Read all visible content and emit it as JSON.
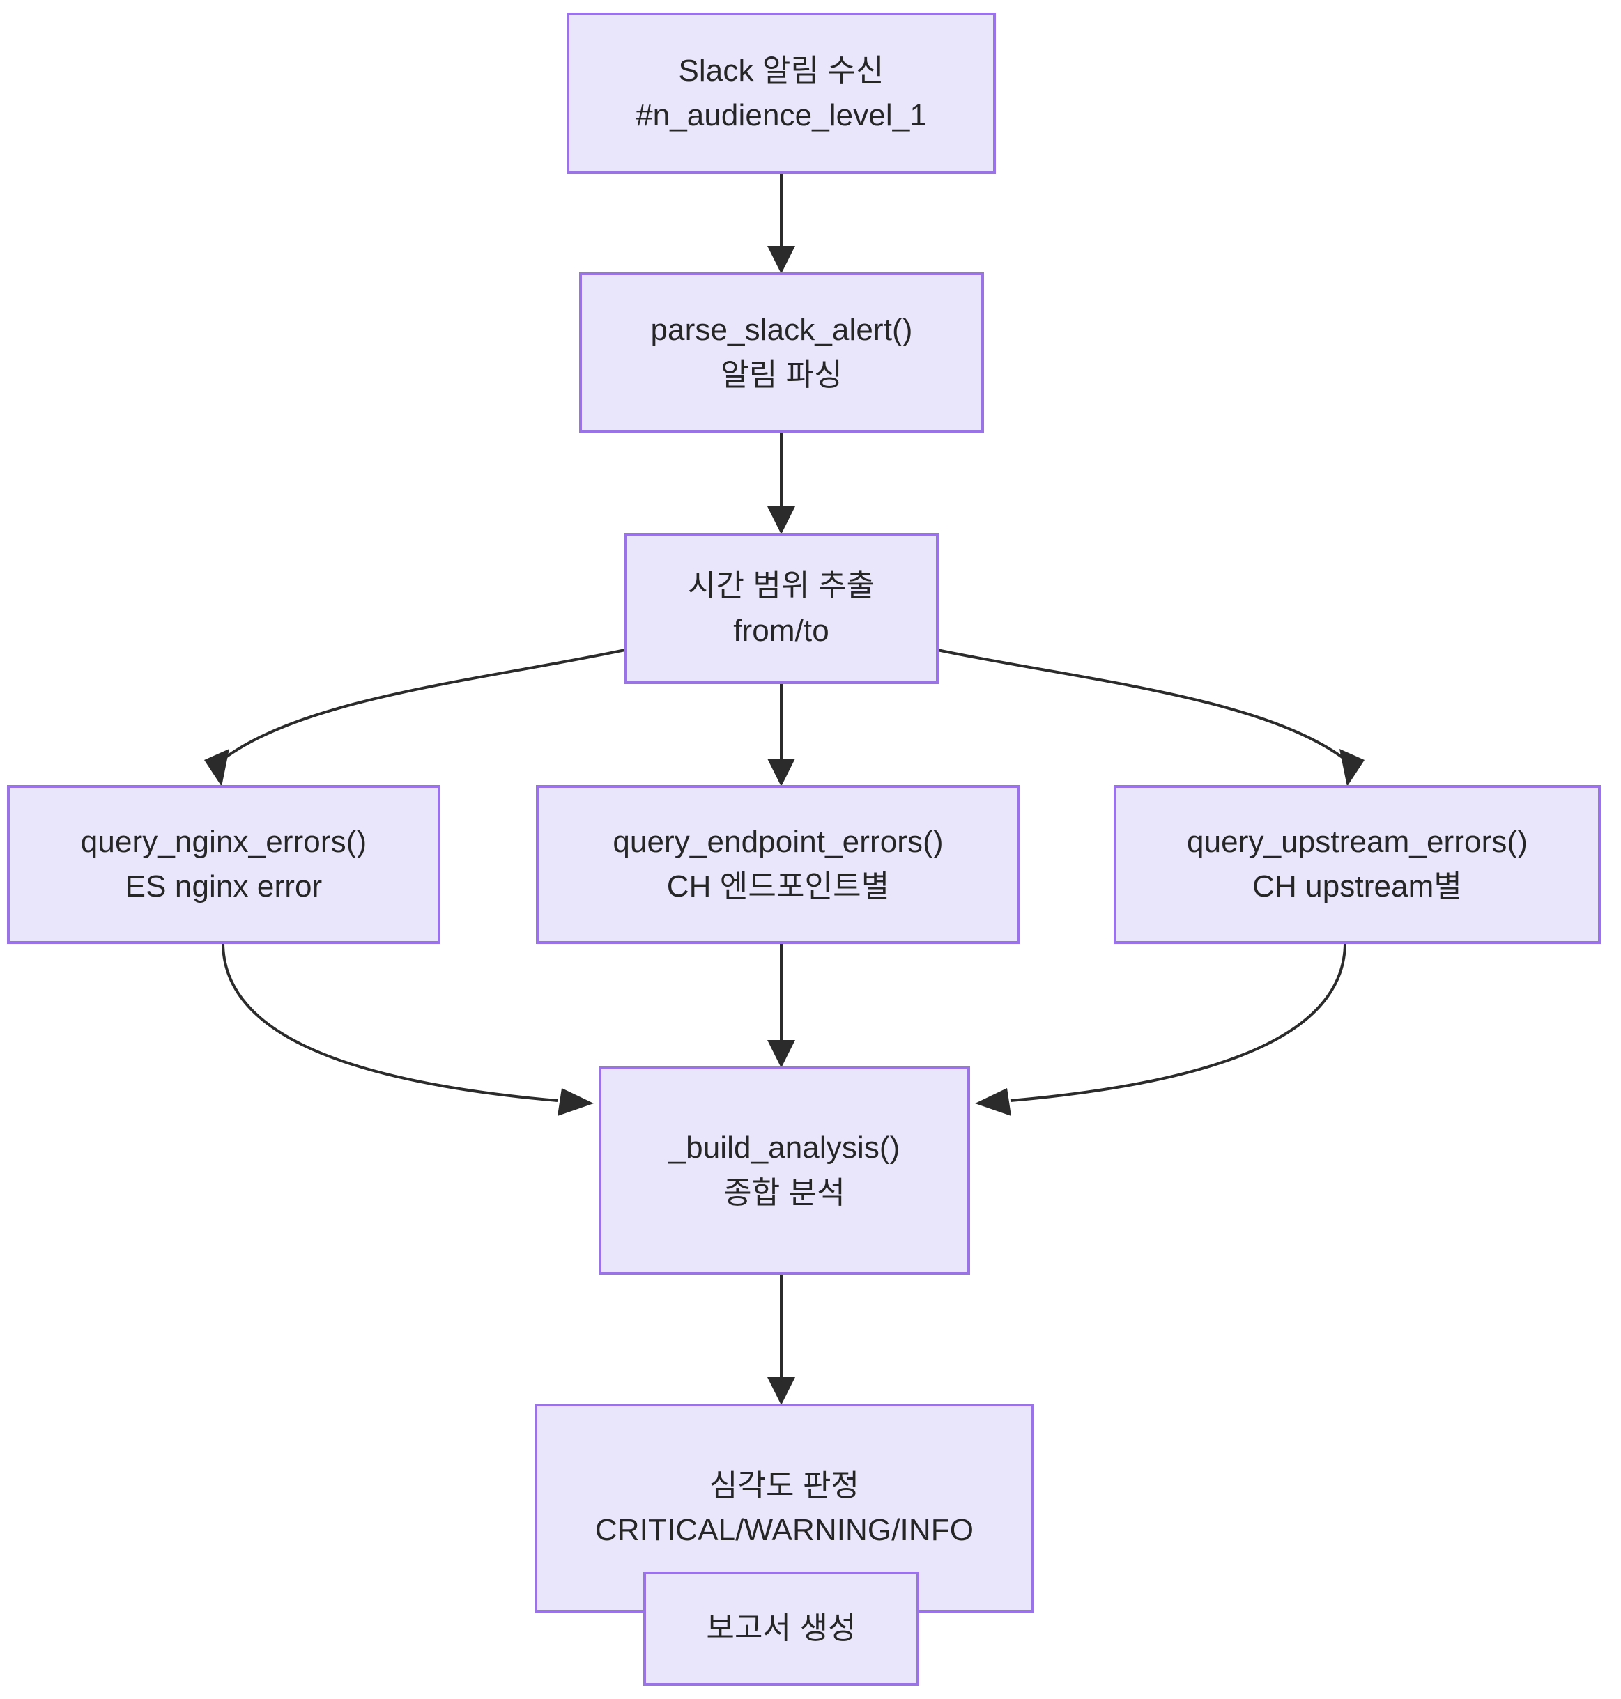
{
  "diagram": {
    "type": "flowchart",
    "direction": "top-down",
    "theme": {
      "node_fill": "#e9e6fb",
      "node_stroke": "#9a74e6",
      "edge_stroke": "#2b2b2b",
      "text_color": "#262626",
      "background": "#ffffff"
    },
    "nodes": [
      {
        "id": "slack-alert-received",
        "line1": "Slack 알림 수신",
        "line2": "#n_audience_level_1"
      },
      {
        "id": "parse-slack-alert",
        "line1": "parse_slack_alert()",
        "line2": "알림 파싱"
      },
      {
        "id": "extract-time-range",
        "line1": "시간 범위 추출",
        "line2": "from/to"
      },
      {
        "id": "query-nginx-errors",
        "line1": "query_nginx_errors()",
        "line2": "ES nginx error"
      },
      {
        "id": "query-endpoint-errors",
        "line1": "query_endpoint_errors()",
        "line2": "CH 엔드포인트별"
      },
      {
        "id": "query-upstream-errors",
        "line1": "query_upstream_errors()",
        "line2": "CH upstream별"
      },
      {
        "id": "build-analysis",
        "line1": "_build_analysis()",
        "line2": "종합 분석"
      },
      {
        "id": "severity-decision",
        "line1": "심각도 판정",
        "line2": "CRITICAL/WARNING/INFO"
      },
      {
        "id": "generate-report",
        "line1": "보고서 생성",
        "line2": ""
      }
    ],
    "edges": [
      {
        "from": "slack-alert-received",
        "to": "parse-slack-alert"
      },
      {
        "from": "parse-slack-alert",
        "to": "extract-time-range"
      },
      {
        "from": "extract-time-range",
        "to": "query-nginx-errors"
      },
      {
        "from": "extract-time-range",
        "to": "query-endpoint-errors"
      },
      {
        "from": "extract-time-range",
        "to": "query-upstream-errors"
      },
      {
        "from": "query-nginx-errors",
        "to": "build-analysis"
      },
      {
        "from": "query-endpoint-errors",
        "to": "build-analysis"
      },
      {
        "from": "query-upstream-errors",
        "to": "build-analysis"
      },
      {
        "from": "build-analysis",
        "to": "severity-decision"
      },
      {
        "from": "severity-decision",
        "to": "generate-report"
      }
    ]
  }
}
